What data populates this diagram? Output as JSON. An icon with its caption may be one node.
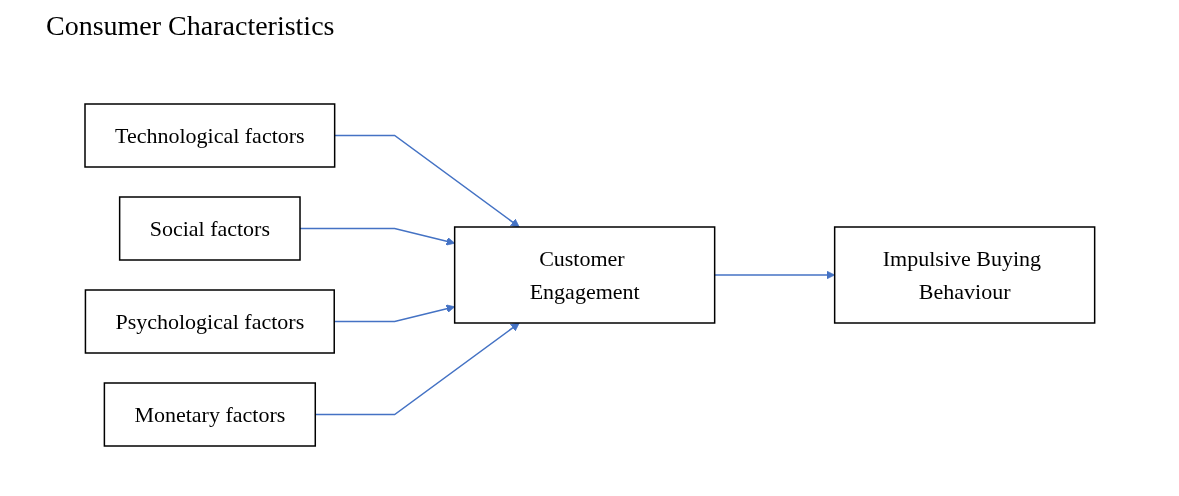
{
  "diagram": {
    "title": "Consumer Characteristics",
    "nodes": [
      {
        "text": [
          "Technological factors"
        ]
      },
      {
        "text": [
          "Social factors"
        ]
      },
      {
        "text": [
          "Psychological factors"
        ]
      },
      {
        "text": [
          "Monetary factors"
        ]
      },
      {
        "text": [
          "Customer Engagement"
        ]
      },
      {
        "text": [
          "Impulsive Buying Behaviour"
        ]
      }
    ],
    "edges": [
      {
        "from": 0,
        "to": 4,
        "arrow": "to"
      },
      {
        "from": 1,
        "to": 4,
        "arrow": "to"
      },
      {
        "from": 2,
        "to": 4,
        "arrow": "to"
      },
      {
        "from": 3,
        "to": 4,
        "arrow": "to"
      },
      {
        "from": 4,
        "to": 5,
        "arrow": "to"
      }
    ]
  }
}
